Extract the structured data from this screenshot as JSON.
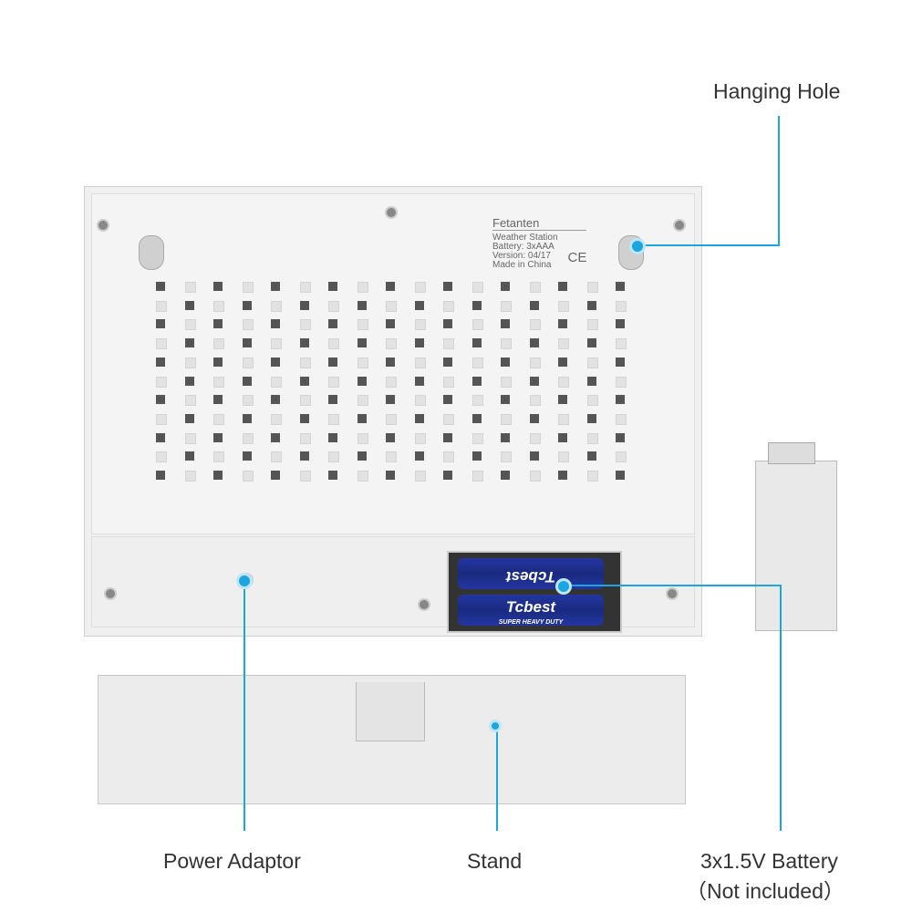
{
  "labels": {
    "hanging_hole": "Hanging Hole",
    "power_adaptor": "Power Adaptor",
    "stand": "Stand",
    "battery": "3x1.5V Battery",
    "battery_note": "（Not included）"
  },
  "device_label": {
    "brand": "Fetanten",
    "line1": "Weather Station",
    "line2": "Battery: 3xAAA",
    "line3": "Version: 04/17",
    "line4": "Made in China",
    "marks": "CE"
  },
  "battery_brand": "Tcbest",
  "battery_sub": "SUPER HEAVY DUTY",
  "accent_color": "#1ba6df"
}
